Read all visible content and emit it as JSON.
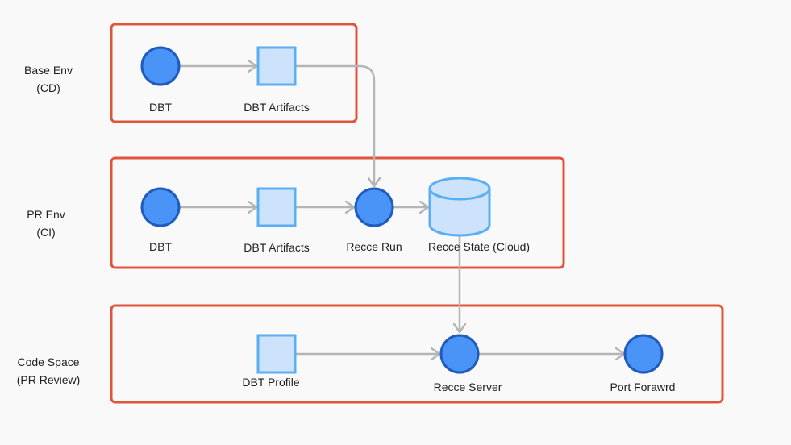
{
  "rows": [
    {
      "id": "base",
      "label": "Base Env\n(CD)"
    },
    {
      "id": "pr",
      "label": "PR Env\n(CI)"
    },
    {
      "id": "codespace",
      "label": "Code Space\n(PR Review)"
    }
  ],
  "nodes": {
    "base_dbt": {
      "label": "DBT",
      "shape": "circle"
    },
    "base_artifacts": {
      "label": "DBT Artifacts",
      "shape": "square"
    },
    "pr_dbt": {
      "label": "DBT",
      "shape": "circle"
    },
    "pr_artifacts": {
      "label": "DBT Artifacts",
      "shape": "square"
    },
    "recce_run": {
      "label": "Recce Run",
      "shape": "circle"
    },
    "recce_state": {
      "label": "Recce State (Cloud)",
      "shape": "cylinder"
    },
    "dbt_profile": {
      "label": "DBT Profile",
      "shape": "square"
    },
    "recce_server": {
      "label": "Recce Server",
      "shape": "circle"
    },
    "port_forward": {
      "label": "Port Forawrd",
      "shape": "circle"
    }
  },
  "edges": [
    {
      "from": "base_dbt",
      "to": "base_artifacts"
    },
    {
      "from": "base_artifacts",
      "to": "recce_run"
    },
    {
      "from": "pr_dbt",
      "to": "pr_artifacts"
    },
    {
      "from": "pr_artifacts",
      "to": "recce_run"
    },
    {
      "from": "recce_run",
      "to": "recce_state"
    },
    {
      "from": "recce_state",
      "to": "recce_server"
    },
    {
      "from": "dbt_profile",
      "to": "recce_server"
    },
    {
      "from": "recce_server",
      "to": "port_forward"
    }
  ],
  "colors": {
    "group_border": "#e0553a",
    "circle_fill": "#4a94f7",
    "circle_stroke": "#1f5bbf",
    "square_fill": "#cde3fb",
    "square_stroke": "#5aaef3",
    "arrow": "#b5b5b5",
    "background": "#f9f9f9"
  }
}
